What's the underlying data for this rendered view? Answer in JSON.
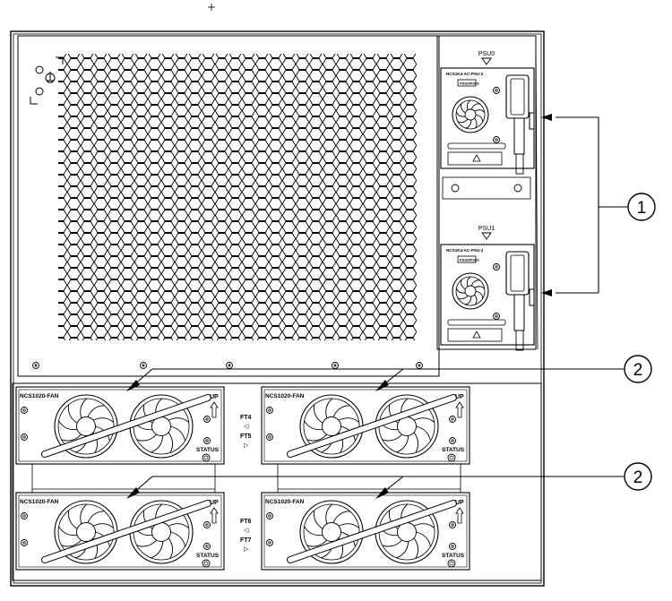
{
  "psu": {
    "slots": [
      {
        "slot_label": "PSU0",
        "model": "NCS1K4-AC-PSU-2",
        "tag": "PSU0/PSU1"
      },
      {
        "slot_label": "PSU1",
        "model": "NCS1K4-AC-PSU-2",
        "tag": "PSU0/PSU1"
      }
    ]
  },
  "fan_trays": [
    {
      "model": "NCS1020-FAN",
      "up_label": "UP",
      "status_label": "STATUS"
    },
    {
      "model": "NCS1020-FAN",
      "up_label": "UP",
      "status_label": "STATUS"
    },
    {
      "model": "NCS1020-FAN",
      "up_label": "UP",
      "status_label": "STATUS"
    },
    {
      "model": "NCS1020-FAN",
      "up_label": "UP",
      "status_label": "STATUS"
    }
  ],
  "fan_slot_labels": {
    "top": {
      "left": "FT4",
      "right": "FT5"
    },
    "bottom": {
      "left": "FT6",
      "right": "FT7"
    }
  },
  "callouts": [
    {
      "number": "1"
    },
    {
      "number": "2"
    },
    {
      "number": "2"
    }
  ],
  "colors": {
    "line": "#000000",
    "background": "#ffffff"
  }
}
